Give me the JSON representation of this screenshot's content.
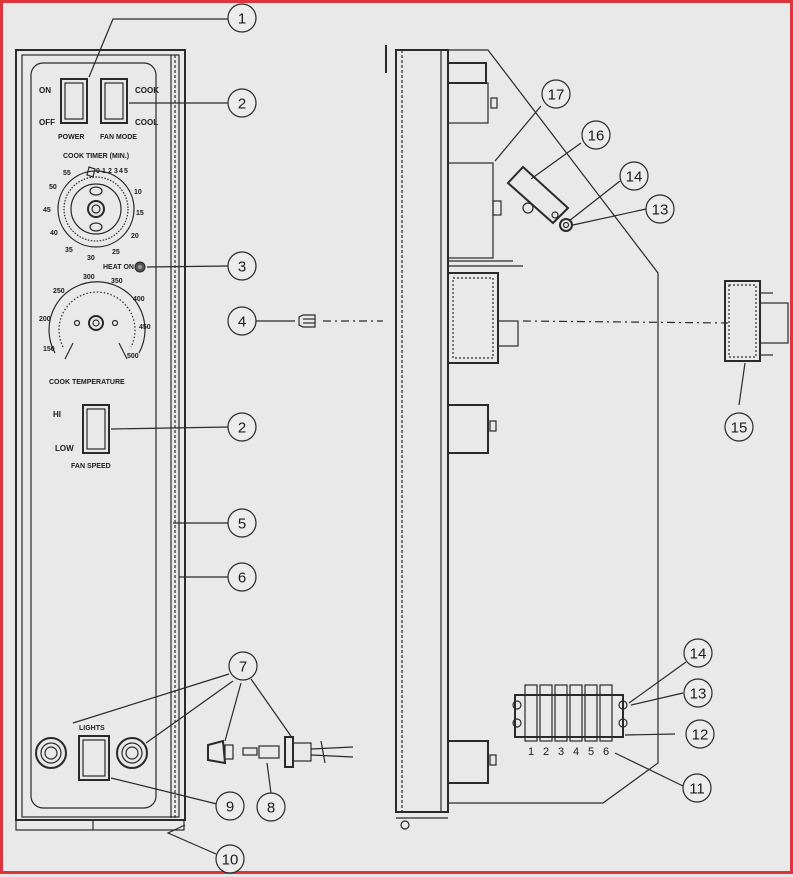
{
  "panel": {
    "power_on": "ON",
    "power_off": "OFF",
    "power_label": "POWER",
    "cook": "COOK",
    "cool": "COOL",
    "fan_mode": "FAN MODE",
    "cook_timer": "COOK TIMER (MIN.)",
    "heat_on": "HEAT ON",
    "cook_temperature": "COOK TEMPERATURE",
    "hi": "HI",
    "low": "LOW",
    "fan_speed": "FAN SPEED",
    "lights": "LIGHTS",
    "timer_ticks": [
      "55",
      "0",
      "1",
      "2",
      "3",
      "4",
      "5",
      "10",
      "15",
      "20",
      "25",
      "30",
      "35",
      "40",
      "45",
      "50"
    ],
    "temp_ticks": [
      "150",
      "200",
      "250",
      "300",
      "350",
      "400",
      "450",
      "500"
    ]
  },
  "terminal_block": {
    "numbers": [
      "1",
      "2",
      "3",
      "4",
      "5",
      "6"
    ]
  },
  "callouts": [
    "1",
    "2",
    "3",
    "4",
    "5",
    "6",
    "7",
    "8",
    "9",
    "10",
    "11",
    "12",
    "13",
    "14",
    "15",
    "16",
    "17"
  ]
}
